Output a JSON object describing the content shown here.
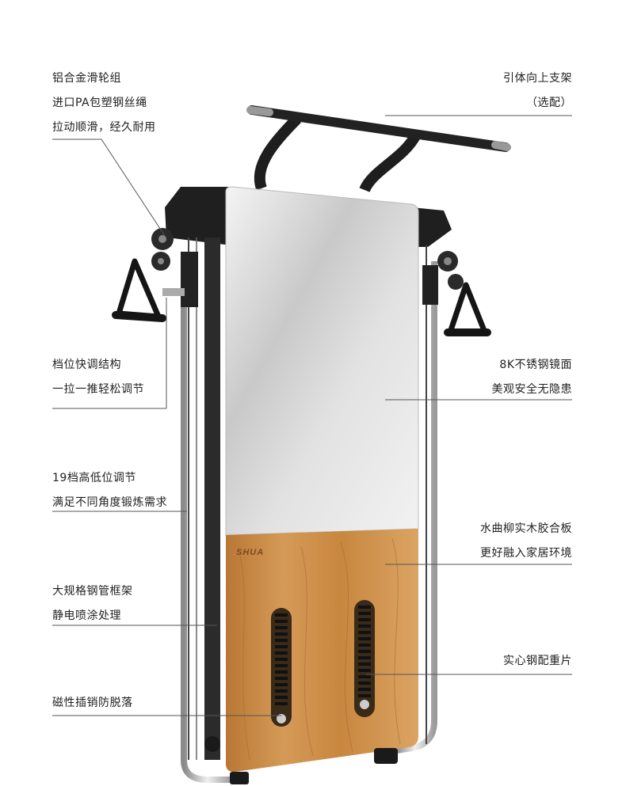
{
  "callouts_left": [
    {
      "id": "pulley",
      "lines": [
        "铝合金滑轮组",
        "进口PA包塑钢丝绳",
        "拉动顺滑，经久耐用"
      ]
    },
    {
      "id": "gear",
      "lines": [
        "档位快调结构",
        "一拉一推轻松调节"
      ]
    },
    {
      "id": "height",
      "lines": [
        "19档高低位调节",
        "满足不同角度锻炼需求"
      ]
    },
    {
      "id": "frame",
      "lines": [
        "大规格钢管框架",
        "静电喷涂处理"
      ]
    },
    {
      "id": "magnet",
      "lines": [
        "磁性插销防脱落"
      ]
    }
  ],
  "callouts_right": [
    {
      "id": "pullup",
      "lines": [
        "引体向上支架",
        "（选配）"
      ]
    },
    {
      "id": "mirror",
      "lines": [
        "8K不锈钢镜面",
        "美观安全无隐患"
      ]
    },
    {
      "id": "wood",
      "lines": [
        "水曲柳实木胶合板",
        "更好融入家居环境"
      ]
    },
    {
      "id": "weights",
      "lines": [
        "实心钢配重片"
      ]
    }
  ],
  "brand_logo": "SHUA",
  "colors": {
    "frame": "#2b2b2b",
    "mirror": "#d9d9d9",
    "wood": "#c98a4a",
    "chrome": "#c7c7c7",
    "leader_line": "#555555"
  }
}
